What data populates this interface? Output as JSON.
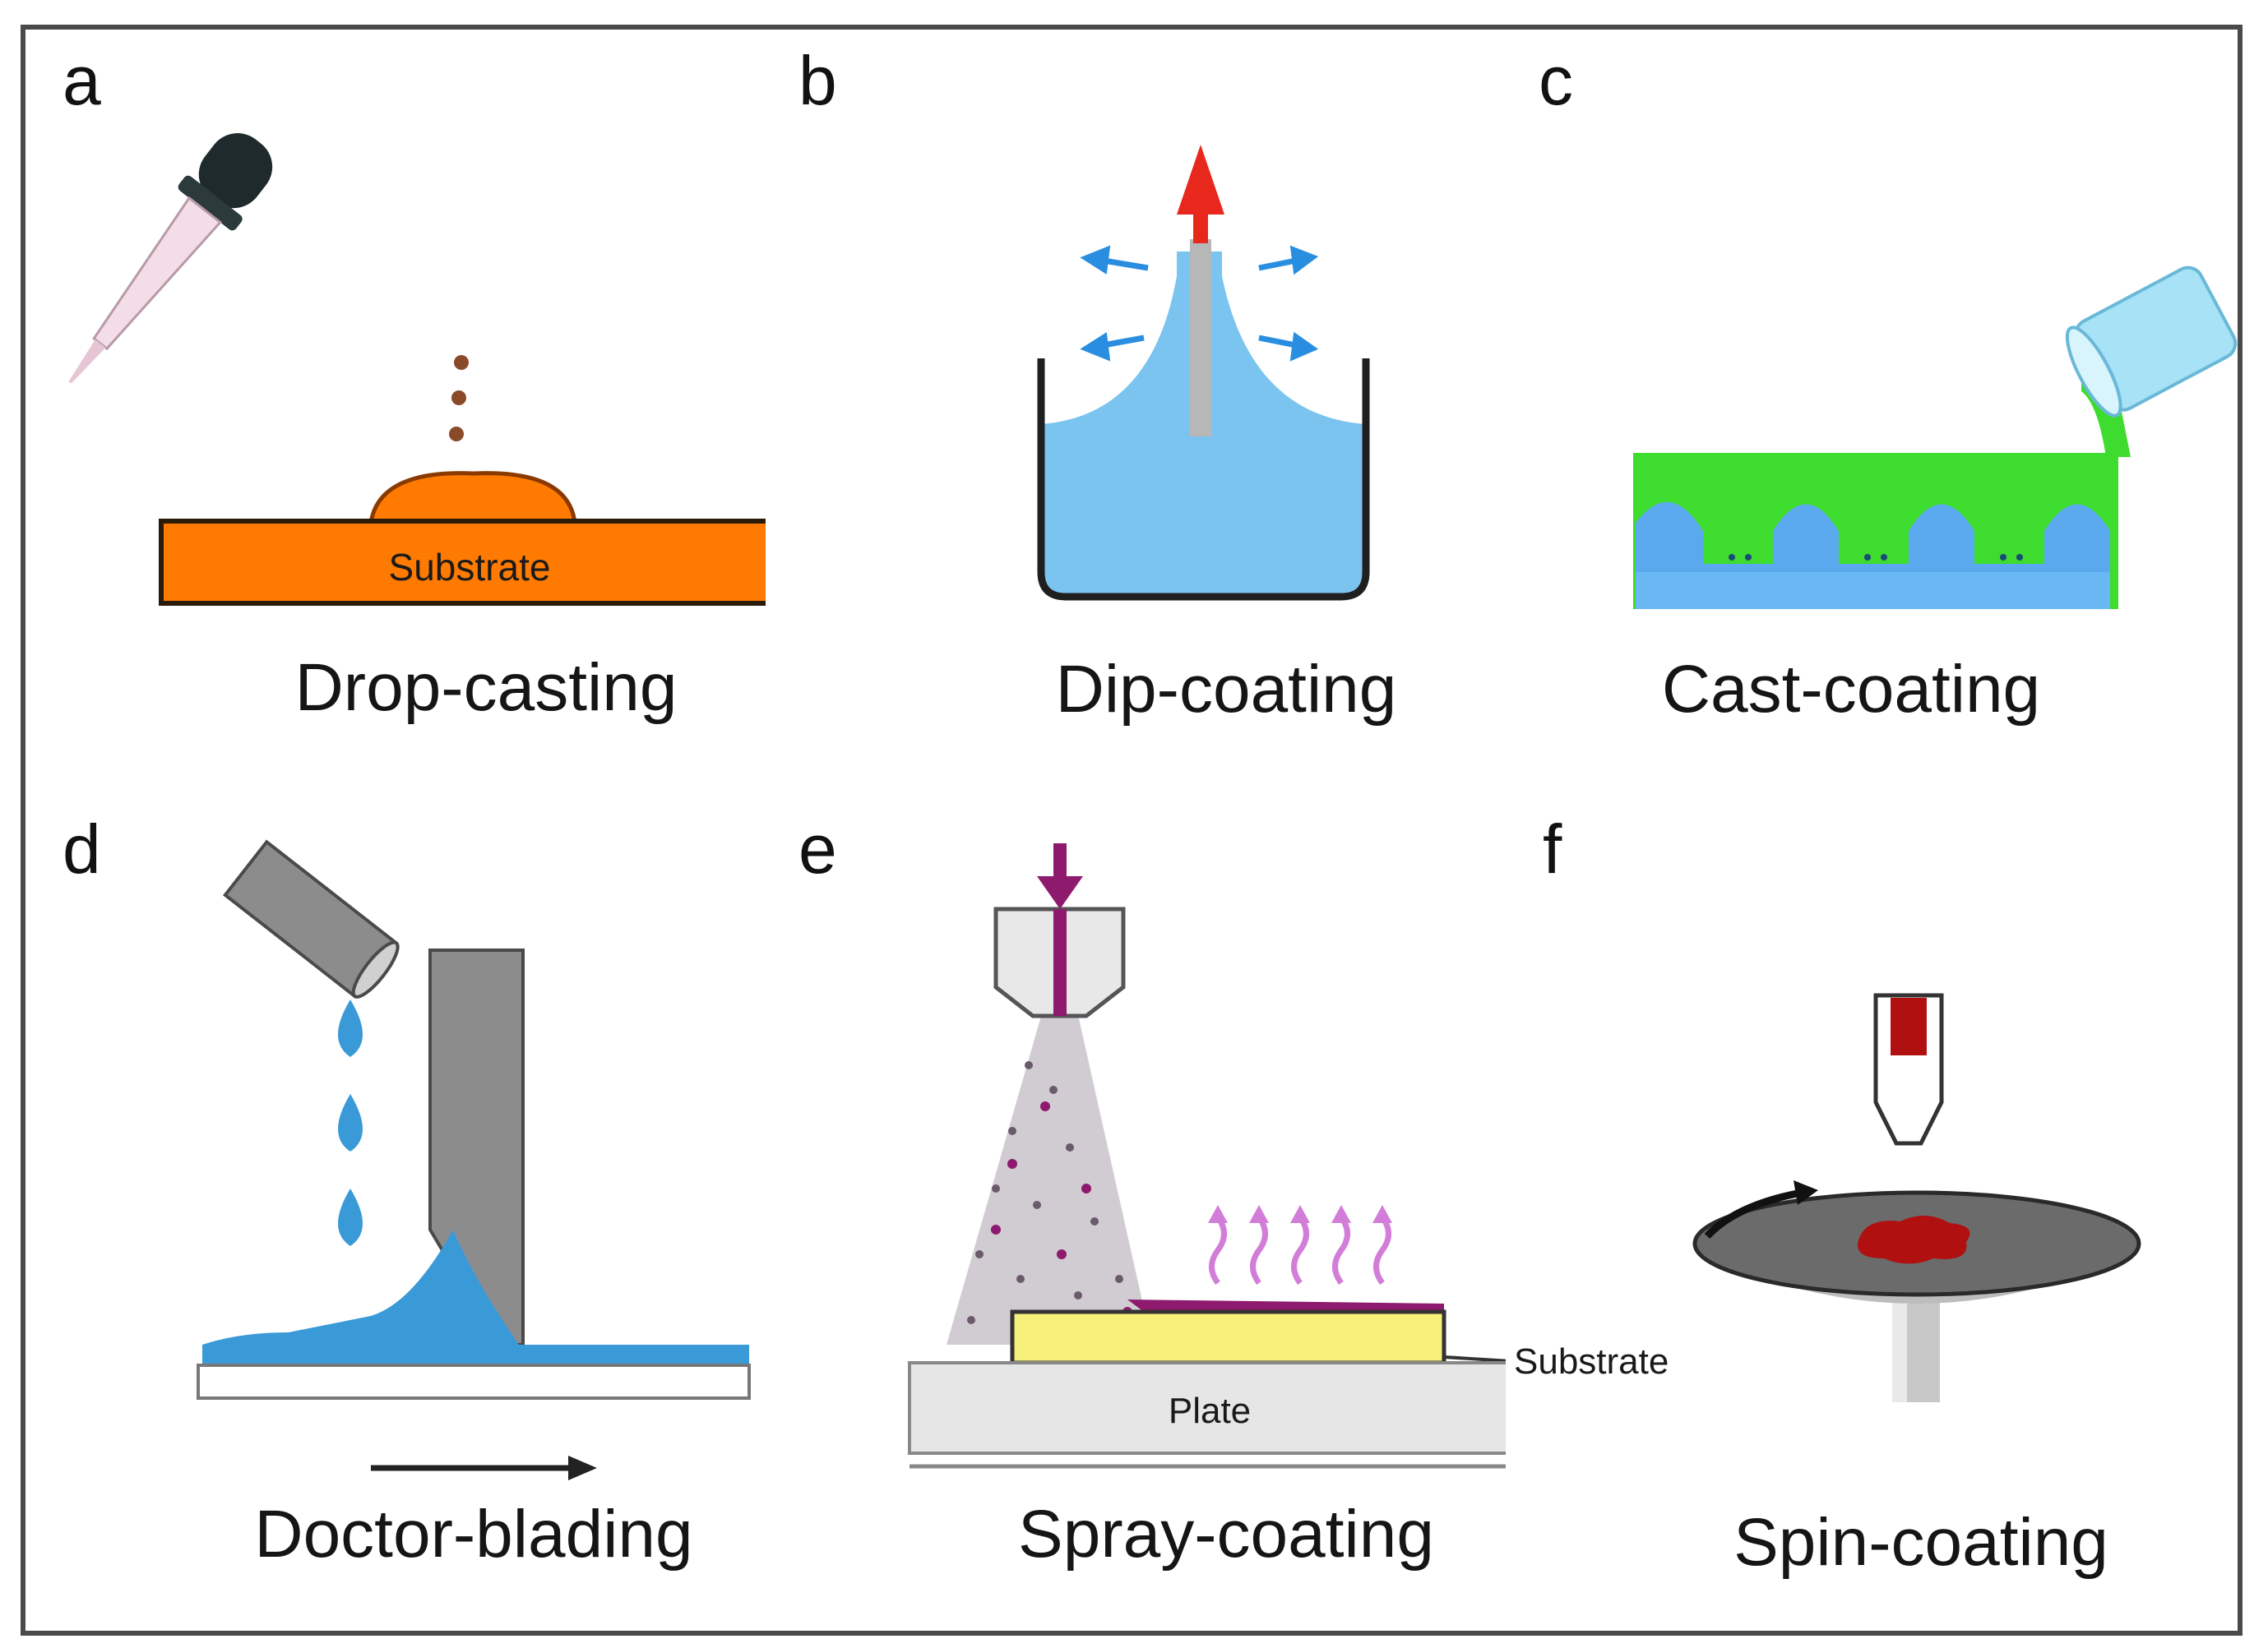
{
  "panels": {
    "a": {
      "letter": "a",
      "caption": "Drop-casting",
      "substrate_label": "Substrate"
    },
    "b": {
      "letter": "b",
      "caption": "Dip-coating"
    },
    "c": {
      "letter": "c",
      "caption": "Cast-coating"
    },
    "d": {
      "letter": "d",
      "caption": "Doctor-blading"
    },
    "e": {
      "letter": "e",
      "caption": "Spray-coating",
      "substrate_label": "Substrate",
      "plate_label": "Plate"
    },
    "f": {
      "letter": "f",
      "caption": "Spin-coating"
    }
  },
  "colors": {
    "frame": "#4a4a4a",
    "substrate_orange": "#ff7a00",
    "liquid_blue": "#7cc4f0",
    "arrow_red": "#e8281c",
    "cast_green": "#3ddc2e",
    "spray_yellow": "#f6f07a",
    "spray_magenta": "#8e1a6e",
    "spin_red": "#b01010"
  }
}
